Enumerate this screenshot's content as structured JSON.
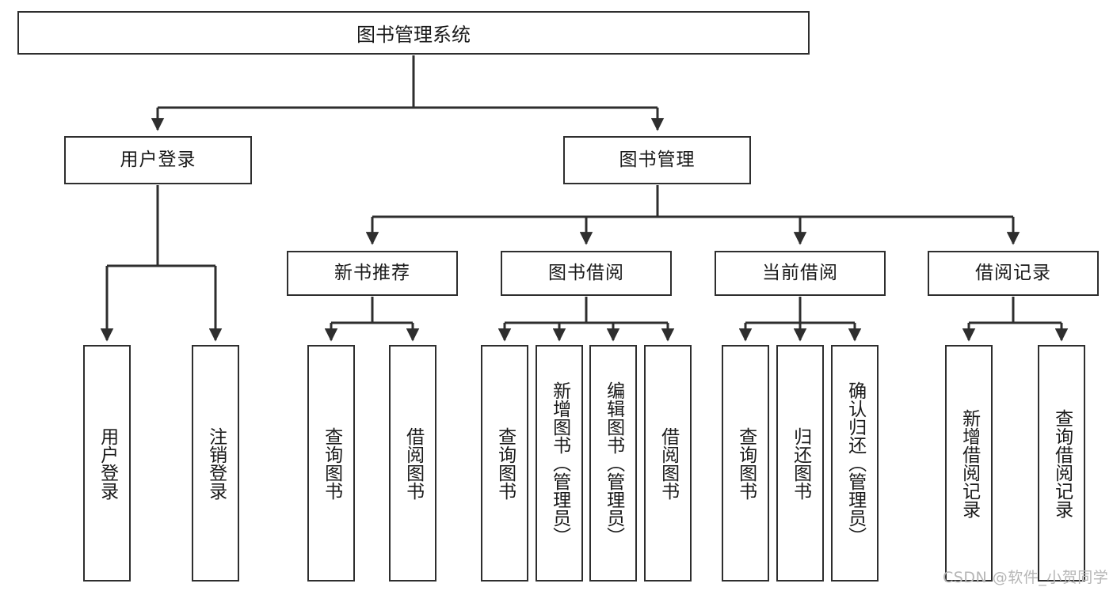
{
  "diagram": {
    "type": "tree-hierarchy",
    "title": "图书管理系统",
    "root": {
      "id": "root",
      "label": "图书管理系统"
    },
    "level2": [
      {
        "id": "user-login",
        "label": "用户登录"
      },
      {
        "id": "book-manage",
        "label": "图书管理"
      }
    ],
    "level3": [
      {
        "id": "new-book-recommend",
        "label": "新书推荐",
        "parent": "book-manage"
      },
      {
        "id": "book-borrow",
        "label": "图书借阅",
        "parent": "book-manage"
      },
      {
        "id": "current-borrow",
        "label": "当前借阅",
        "parent": "book-manage"
      },
      {
        "id": "borrow-record",
        "label": "借阅记录",
        "parent": "book-manage"
      }
    ],
    "leaves": [
      {
        "id": "leaf-user-login",
        "label": "用户登录",
        "parent": "user-login"
      },
      {
        "id": "leaf-user-logout",
        "label": "注销登录",
        "parent": "user-login"
      },
      {
        "id": "leaf-query-book-1",
        "label": "查询图书",
        "parent": "new-book-recommend"
      },
      {
        "id": "leaf-borrow-book-1",
        "label": "借阅图书",
        "parent": "new-book-recommend"
      },
      {
        "id": "leaf-query-book-2",
        "label": "查询图书",
        "parent": "book-borrow"
      },
      {
        "id": "leaf-add-book",
        "label": "新增图书（管理员）",
        "parent": "book-borrow"
      },
      {
        "id": "leaf-edit-book",
        "label": "编辑图书（管理员）",
        "parent": "book-borrow"
      },
      {
        "id": "leaf-borrow-book-2",
        "label": "借阅图书",
        "parent": "book-borrow"
      },
      {
        "id": "leaf-query-book-3",
        "label": "查询图书",
        "parent": "current-borrow"
      },
      {
        "id": "leaf-return-book",
        "label": "归还图书",
        "parent": "current-borrow"
      },
      {
        "id": "leaf-confirm-return",
        "label": "确认归还（管理员）",
        "parent": "current-borrow"
      },
      {
        "id": "leaf-add-record",
        "label": "新增借阅记录",
        "parent": "borrow-record"
      },
      {
        "id": "leaf-query-record",
        "label": "查询借阅记录",
        "parent": "borrow-record"
      }
    ],
    "colors": {
      "stroke": "#2e2e2e",
      "background": "#ffffff",
      "text": "#1a1a1a",
      "watermark": "#b6b6b6"
    }
  },
  "watermark": {
    "text": "CSDN @软件_小贺同学"
  }
}
